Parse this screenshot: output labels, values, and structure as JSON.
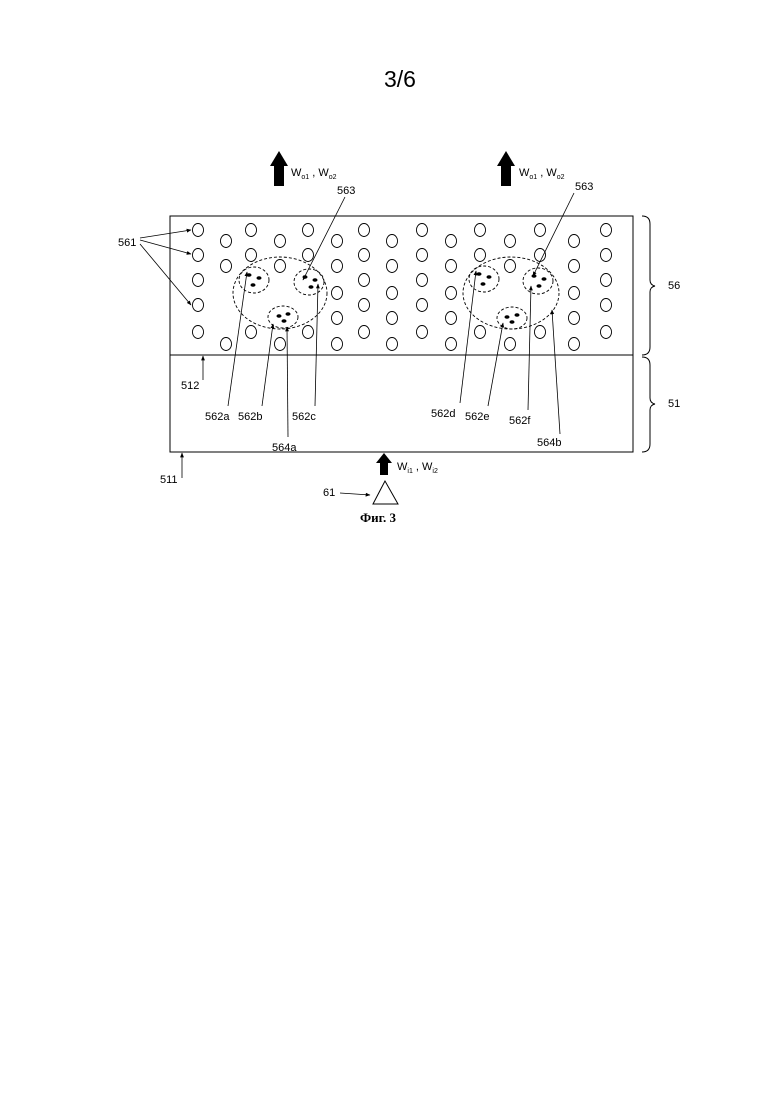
{
  "page_number": "3/6",
  "caption": "Фиг. 3",
  "outputs": {
    "left": {
      "w": "W",
      "sub1": "o1",
      "sep": " , ",
      "w2": "W",
      "sub2": "o2"
    },
    "right": {
      "w": "W",
      "sub1": "o1",
      "sep": " , ",
      "w2": "W",
      "sub2": "o2"
    }
  },
  "input": {
    "w": "W",
    "sub1": "i1",
    "sep": " , ",
    "w2": "W",
    "sub2": "i2"
  },
  "labels": {
    "l561": "561",
    "l563_left": "563",
    "l563_right": "563",
    "l56": "56",
    "l51": "51",
    "l512": "512",
    "l511": "511",
    "l61": "61",
    "l562a": "562a",
    "l562b": "562b",
    "l562c": "562c",
    "l562d": "562d",
    "l562e": "562e",
    "l562f": "562f",
    "l564a": "564a",
    "l564b": "564b"
  }
}
